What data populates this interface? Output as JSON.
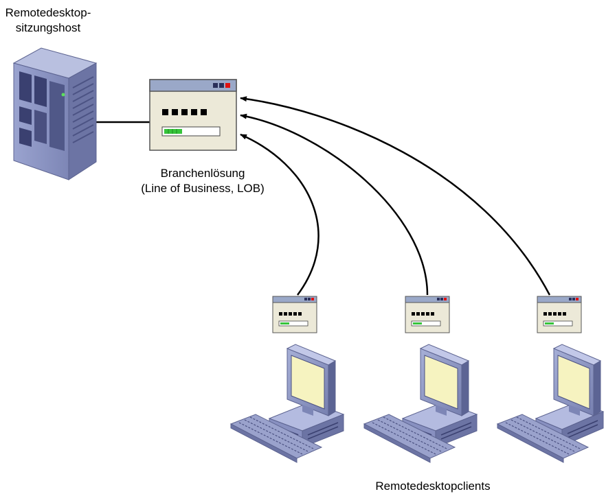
{
  "server": {
    "label_line1": "Remotedesktop-",
    "label_line2": "sitzungshost"
  },
  "app": {
    "label_line1": "Branchenlösung",
    "label_line2": "(Line of Business, LOB)"
  },
  "clients": {
    "label": "Remotedesktopclients",
    "count": 3
  },
  "colors": {
    "window_bg": "#ece9d8",
    "titlebar": "#9aa8c8",
    "progress": "#36c43a",
    "screen": "#f6f3c0",
    "pc_body": "#8a93c0"
  }
}
